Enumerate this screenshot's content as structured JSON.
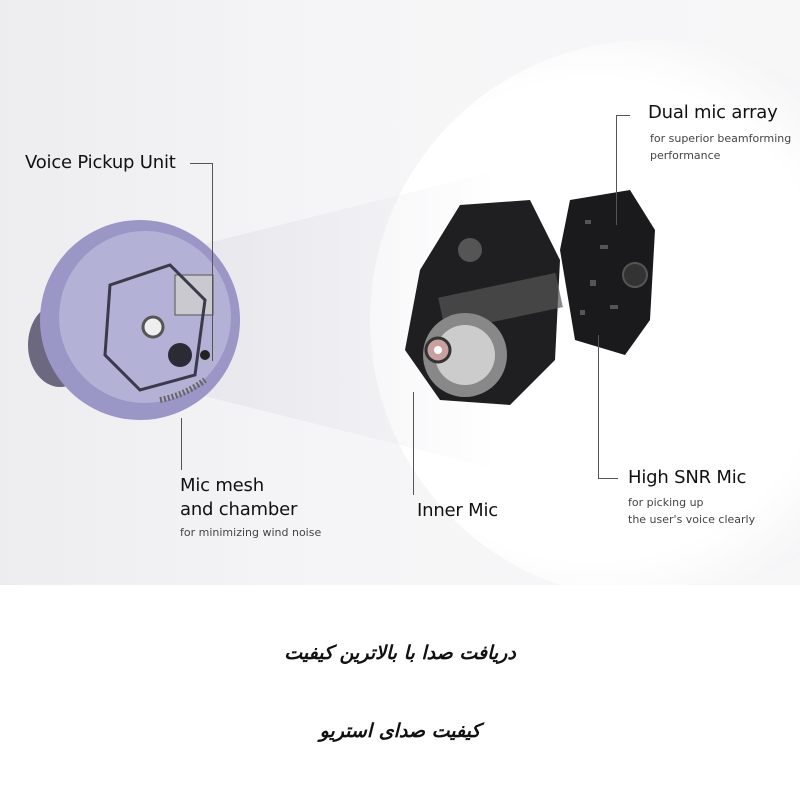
{
  "labels": {
    "voice_pickup": {
      "title": "Voice Pickup Unit"
    },
    "dual_mic": {
      "title": "Dual mic array",
      "desc_line1": "for superior beamforming",
      "desc_line2": "performance"
    },
    "mic_mesh": {
      "title_line1": "Mic mesh",
      "title_line2": "and chamber",
      "desc": "for minimizing wind noise"
    },
    "inner_mic": {
      "title": "Inner Mic"
    },
    "high_snr": {
      "title": "High SNR Mic",
      "desc_line1": "for picking up",
      "desc_line2": "the user's voice clearly"
    }
  },
  "captions": {
    "line1": "دریافت صدا با بالاترین کیفیت",
    "line2": "کیفیت صدای استریو"
  },
  "colors": {
    "earbud": "#8a86b8",
    "component": "#1c1c1e",
    "text": "#111111"
  }
}
